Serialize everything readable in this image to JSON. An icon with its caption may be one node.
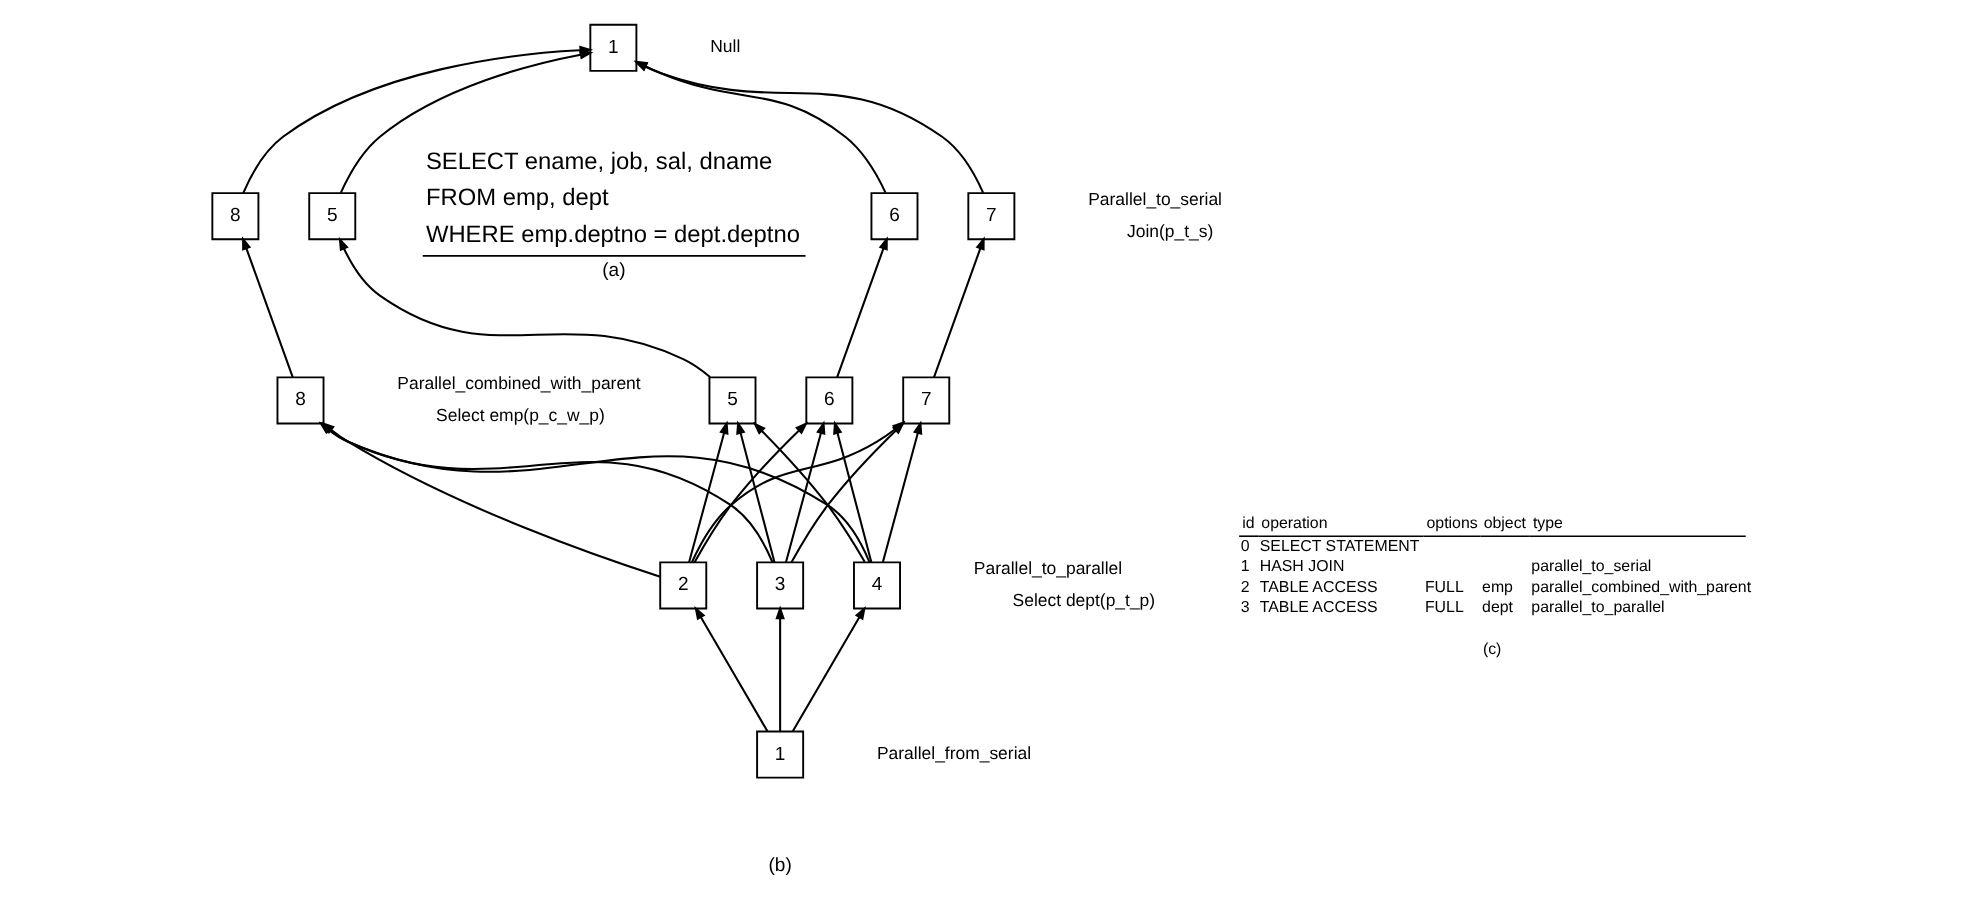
{
  "diagram": {
    "nodes": [
      {
        "text": [
          "1"
        ]
      },
      {
        "text": [
          "5"
        ]
      },
      {
        "text": [
          "6"
        ]
      },
      {
        "text": [
          "7"
        ]
      },
      {
        "text": [
          "8"
        ]
      },
      {
        "text": [
          "5"
        ]
      },
      {
        "text": [
          "6"
        ]
      },
      {
        "text": [
          "7"
        ]
      },
      {
        "text": [
          "8"
        ]
      },
      {
        "text": [
          "2"
        ]
      },
      {
        "text": [
          "3"
        ]
      },
      {
        "text": [
          "4"
        ]
      },
      {
        "text": [
          "1"
        ]
      }
    ],
    "edges": [
      {
        "from": 1,
        "to": 0,
        "arrow": "to"
      },
      {
        "from": 2,
        "to": 0,
        "arrow": "to"
      },
      {
        "from": 3,
        "to": 0,
        "arrow": "to"
      },
      {
        "from": 4,
        "to": 0,
        "arrow": "to"
      },
      {
        "from": 5,
        "to": 1,
        "arrow": "to"
      },
      {
        "from": 6,
        "to": 2,
        "arrow": "to"
      },
      {
        "from": 7,
        "to": 3,
        "arrow": "to"
      },
      {
        "from": 8,
        "to": 4,
        "arrow": "to"
      },
      {
        "from": 9,
        "to": 5,
        "arrow": "to"
      },
      {
        "from": 9,
        "to": 6,
        "arrow": "to"
      },
      {
        "from": 9,
        "to": 7,
        "arrow": "to"
      },
      {
        "from": 9,
        "to": 8,
        "arrow": "to"
      },
      {
        "from": 10,
        "to": 5,
        "arrow": "to"
      },
      {
        "from": 10,
        "to": 6,
        "arrow": "to"
      },
      {
        "from": 10,
        "to": 7,
        "arrow": "to"
      },
      {
        "from": 10,
        "to": 8,
        "arrow": "to"
      },
      {
        "from": 11,
        "to": 5,
        "arrow": "to"
      },
      {
        "from": 11,
        "to": 6,
        "arrow": "to"
      },
      {
        "from": 11,
        "to": 7,
        "arrow": "to"
      },
      {
        "from": 11,
        "to": 8,
        "arrow": "to"
      },
      {
        "from": 12,
        "to": 9,
        "arrow": "to"
      },
      {
        "from": 12,
        "to": 10,
        "arrow": "to"
      },
      {
        "from": 12,
        "to": 11,
        "arrow": "to"
      }
    ],
    "labels": [
      "SELECT ename, job, sal, dname",
      "FROM emp, dept",
      "WHERE emp.deptno = dept.deptno",
      "(a)",
      "id",
      "operation",
      "options",
      "object",
      "type",
      "0",
      "SELECT STATEMENT",
      "1",
      "HASH JOIN",
      "parallel_to_serial",
      "2",
      "TABLE ACCESS",
      "FULL",
      "emp",
      "parallel_combined_with_parent",
      "3",
      "TABLE ACCESS",
      "FULL",
      "dept",
      "parallel_to_parallel",
      "(c)",
      "Null",
      "Parallel_to_serial",
      "Join(p_t_s)",
      "Parallel_combined_with_parent",
      "Select emp(p_c_w_p)",
      "Parallel_to_parallel",
      "Select dept(p_t_p)",
      "Parallel_from_serial",
      "(b)"
    ]
  }
}
